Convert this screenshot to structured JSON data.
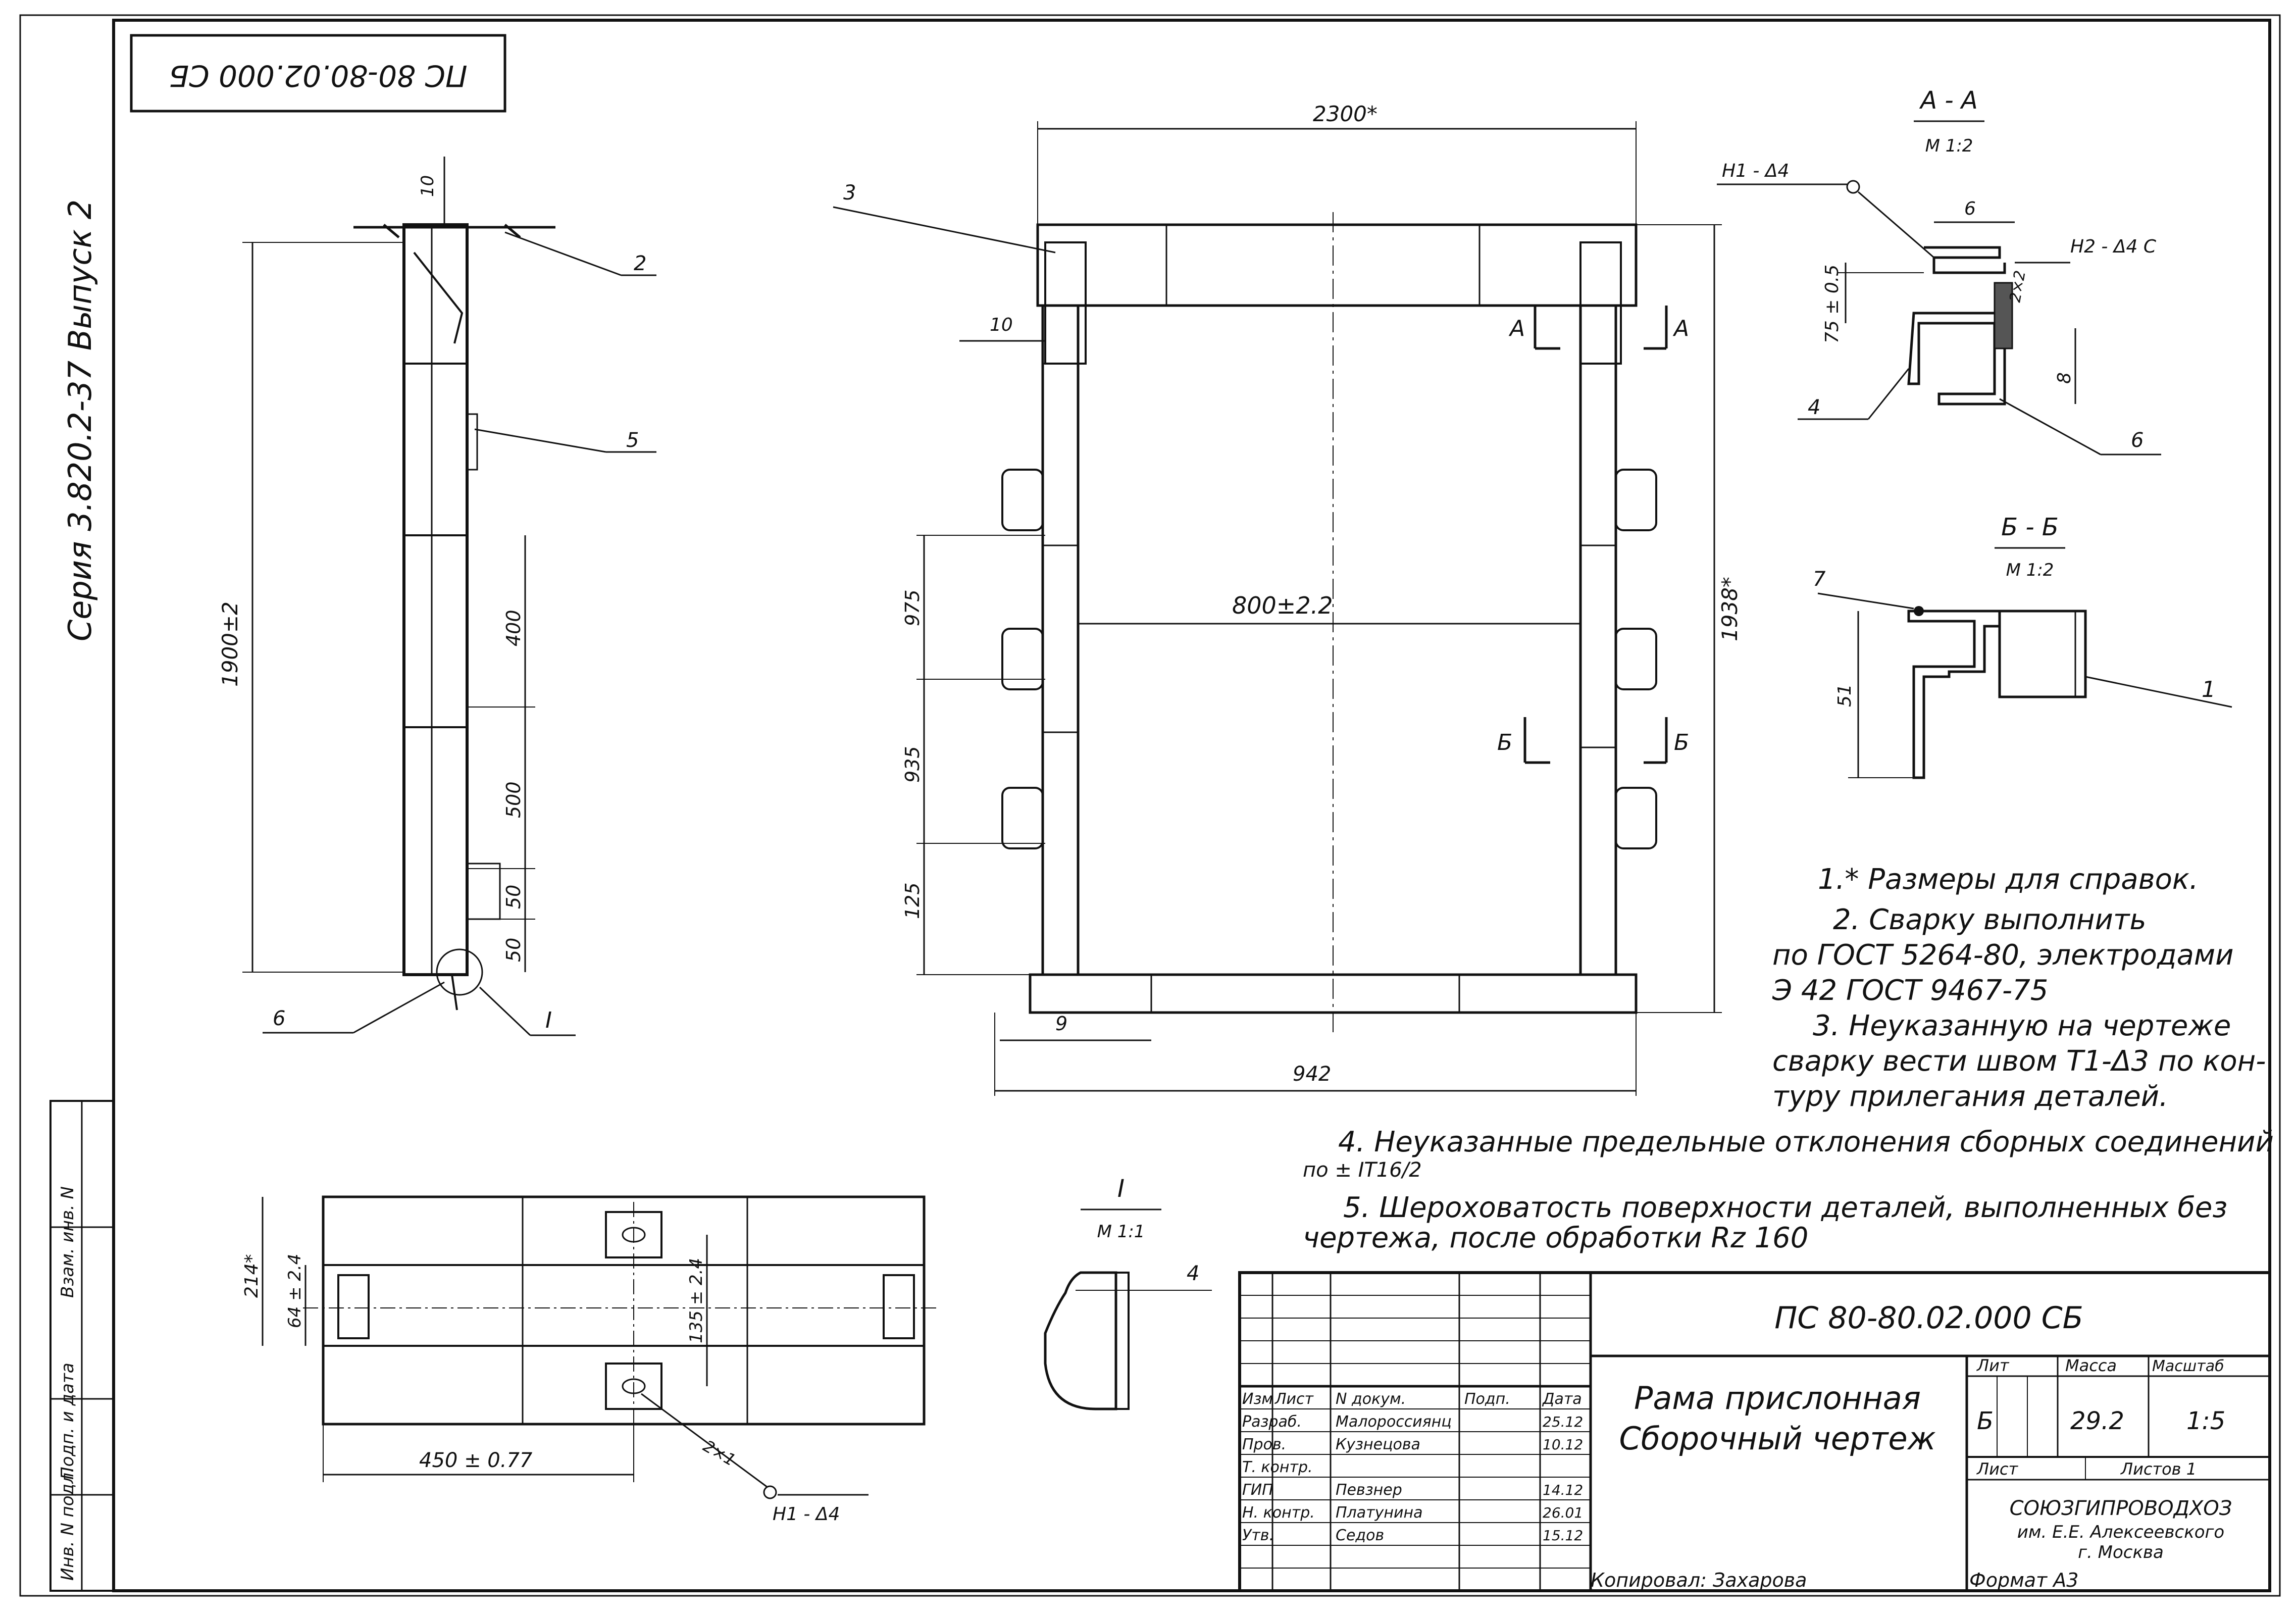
{
  "drawing_number_mirrored": "ПС 80-80.02.000 СБ",
  "series_label": "Серия 3.820.2-37 Выпуск 2",
  "dims": {
    "width_2300": "2300*",
    "width_800": "800±2.2",
    "width_942": "942",
    "height_1938": "1938*",
    "height_1900": "1900±2",
    "d_10_top": "10",
    "d_10_left": "10",
    "d_9": "9",
    "d_975": "975",
    "d_935": "935",
    "d_125": "125",
    "d_400": "400",
    "d_500": "500",
    "d_50a": "50",
    "d_50b": "50",
    "d_450": "450 ± 0.77",
    "d_135": "135 ± 2.4",
    "d_64": "64 ± 2.4",
    "d_214": "214*",
    "d_75": "75 ± 0.5",
    "d_6": "6",
    "d_8": "8",
    "d_51": "51",
    "d_4": "4"
  },
  "callouts": {
    "c1": "1",
    "c2": "2",
    "c3": "3",
    "c4": "4",
    "c5": "5",
    "c6": "6",
    "c7": "7",
    "c6_aa": "6",
    "c4_aa": "4",
    "roman_I": "I"
  },
  "weld_marks": {
    "h1_aa": "Н1 - Δ4",
    "h2_aa": "Н2 - Δ4 С",
    "h1_bottom": "Н1 - Δ4",
    "size_2x2": "2×2",
    "size_2x1": "2×1"
  },
  "section_labels": {
    "A": "А",
    "B": "Б",
    "aa_title": "А - А",
    "aa_scale": "М 1:2",
    "bb_title": "Б - Б",
    "bb_scale": "М 1:2",
    "i_title": "I",
    "i_scale": "М 1:1"
  },
  "notes": [
    "1.* Размеры для справок.",
    "2. Сварку выполнить",
    "по ГОСТ 5264-80, электродами",
    "Э 42 ГОСТ 9467-75",
    "3. Неуказанную на чертеже",
    "сварку вести швом Т1-Δ3 по кон-",
    "туру прилегания деталей.",
    "4. Неуказанные предельные отклонения сборных соединений",
    "по ± IT16/2",
    "5. Шероховатость поверхности деталей, выполненных без",
    "чертежа, после обработки Rz 160"
  ],
  "title_block": {
    "doc_code": "ПС 80-80.02.000 СБ",
    "name_line1": "Рама прислонная",
    "name_line2": "Сборочный чертеж",
    "col_lit": "Лит",
    "col_mass": "Масса",
    "col_scale": "Масштаб",
    "lit_value": "Б",
    "mass_value": "29.2",
    "scale_value": "1:5",
    "sheet_label": "Лист",
    "sheets_label": "Листов 1",
    "org_line1": "СОЮЗГИПРОВОДХОЗ",
    "org_line2": "им. Е.Е. Алексеевского",
    "org_line3": "г. Москва",
    "header_cols": [
      "Изм",
      "Лист",
      "N докум.",
      "Подп.",
      "Дата"
    ],
    "rows": [
      {
        "role": "Разраб.",
        "name": "Малороссиянц",
        "sign": "",
        "date": "25.12"
      },
      {
        "role": "Пров.",
        "name": "Кузнецова",
        "sign": "",
        "date": "10.12"
      },
      {
        "role": "Т. контр.",
        "name": "",
        "sign": "",
        "date": ""
      },
      {
        "role": "ГИП",
        "name": "Певзнер",
        "sign": "",
        "date": "14.12"
      },
      {
        "role": "Н. контр.",
        "name": "Платунина",
        "sign": "",
        "date": "26.01"
      },
      {
        "role": "Утв.",
        "name": "Седов",
        "sign": "",
        "date": "15.12"
      }
    ]
  },
  "side_stamp": [
    "Инв. N подл.",
    "Подп. и дата",
    "Взам. инв. N"
  ],
  "copied_by": "Копировал: Захарова",
  "format": "Формат А3"
}
